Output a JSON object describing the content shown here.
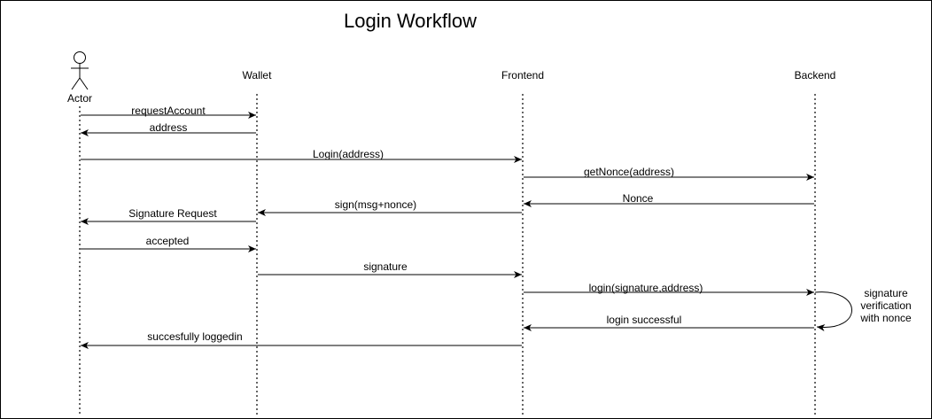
{
  "title": "Login Workflow",
  "participants": {
    "actor": "Actor",
    "wallet": "Wallet",
    "frontend": "Frontend",
    "backend": "Backend"
  },
  "messages": {
    "m1": "requestAccount",
    "m2": "address",
    "m3": "Login(address)",
    "m4": "getNonce(address)",
    "m5": "Nonce",
    "m6": "sign(msg+nonce)",
    "m7": "Signature Request",
    "m8": "accepted",
    "m9": "signature",
    "m10": "login(signature,address)",
    "m11": "login successful",
    "m12": "succesfully loggedin"
  },
  "note": {
    "line1": "signature",
    "line2": "verification",
    "line3": "with nonce"
  }
}
